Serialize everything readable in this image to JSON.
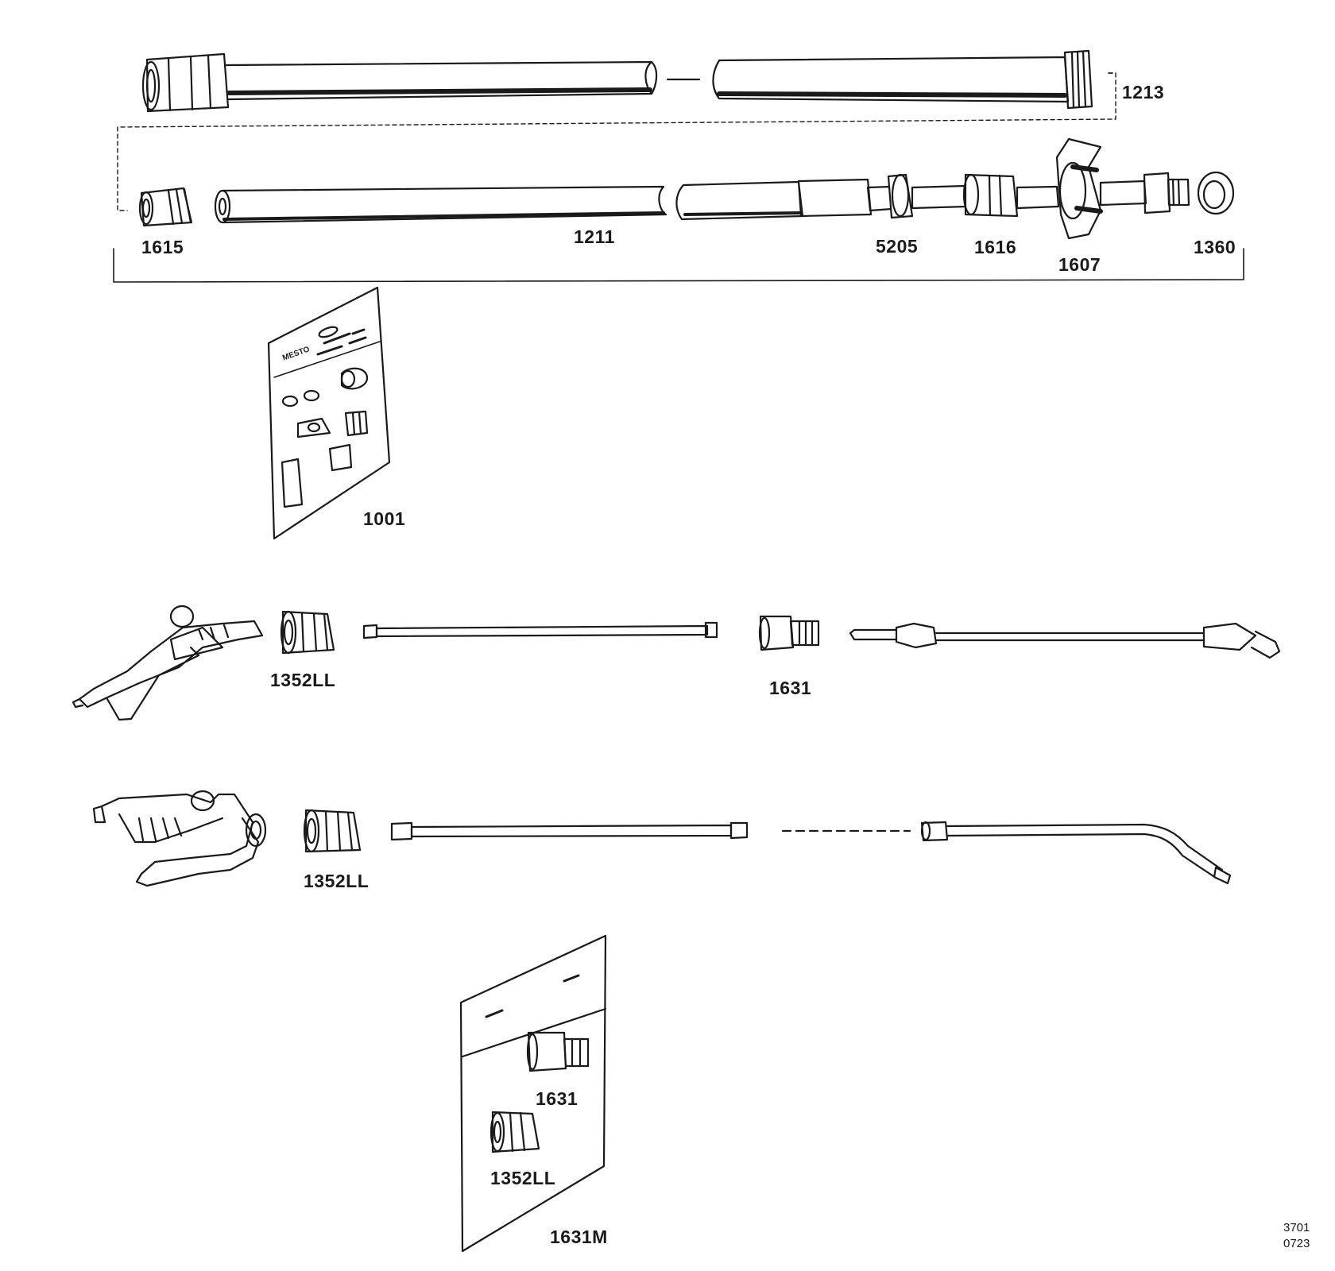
{
  "labels": {
    "p1213": "1213",
    "p1615": "1615",
    "p1211": "1211",
    "p5205": "5205",
    "p1616": "1616",
    "p1607": "1607",
    "p1360": "1360",
    "p1001": "1001",
    "p1352ll_a": "1352LL",
    "p1631_a": "1631",
    "p1352ll_b": "1352LL",
    "p1631_b": "1631",
    "p1352ll_c": "1352LL",
    "p1631m": "1631M"
  },
  "package_brand": "MESTO",
  "drawing_code": {
    "line1": "3701",
    "line2": "0723"
  },
  "colors": {
    "ink": "#1a1a1a",
    "paper": "#ffffff",
    "shade": "#cfcfcf"
  }
}
